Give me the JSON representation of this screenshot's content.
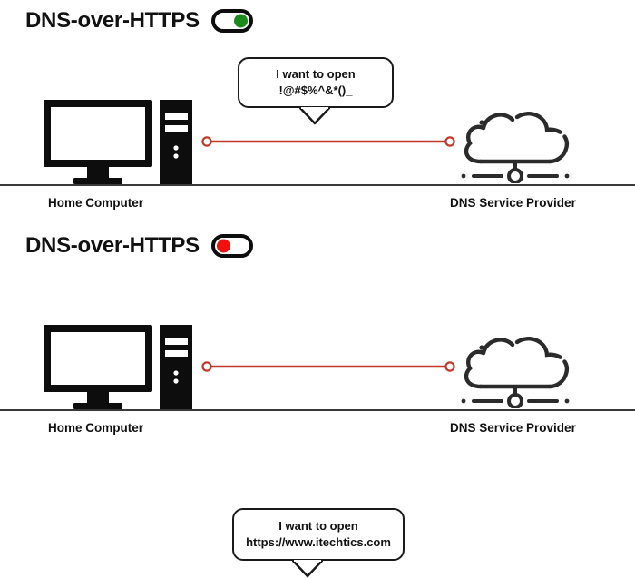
{
  "diagram": {
    "title": "DNS-over-HTTPS comparison diagram",
    "colors": {
      "toggle_on": "#1a8a1a",
      "toggle_off": "#f01010",
      "link_line": "#c0392b",
      "outline": "#1a1a1a",
      "baseline": "#3a3a3a",
      "background": "#ffffff"
    }
  },
  "panels": [
    {
      "id": "doh-enabled",
      "heading": "DNS-over-HTTPS",
      "toggle": {
        "state": "on",
        "knob_position": "right",
        "knob_color": "#1a8a1a"
      },
      "bubble": {
        "line1": "I want to open",
        "line2": "!@#$%^&*()_"
      },
      "left_caption": "Home Computer",
      "right_caption": "DNS Service Provider",
      "left_icon": "desktop-computer-icon",
      "right_icon": "cloud-network-icon"
    },
    {
      "id": "doh-disabled",
      "heading": "DNS-over-HTTPS",
      "toggle": {
        "state": "off",
        "knob_position": "left",
        "knob_color": "#f01010"
      },
      "bubble": {
        "line1": "I want to open",
        "line2": "https://www.itechtics.com"
      },
      "left_caption": "Home Computer",
      "right_caption": "DNS Service Provider",
      "left_icon": "desktop-computer-icon",
      "right_icon": "cloud-network-icon"
    }
  ]
}
